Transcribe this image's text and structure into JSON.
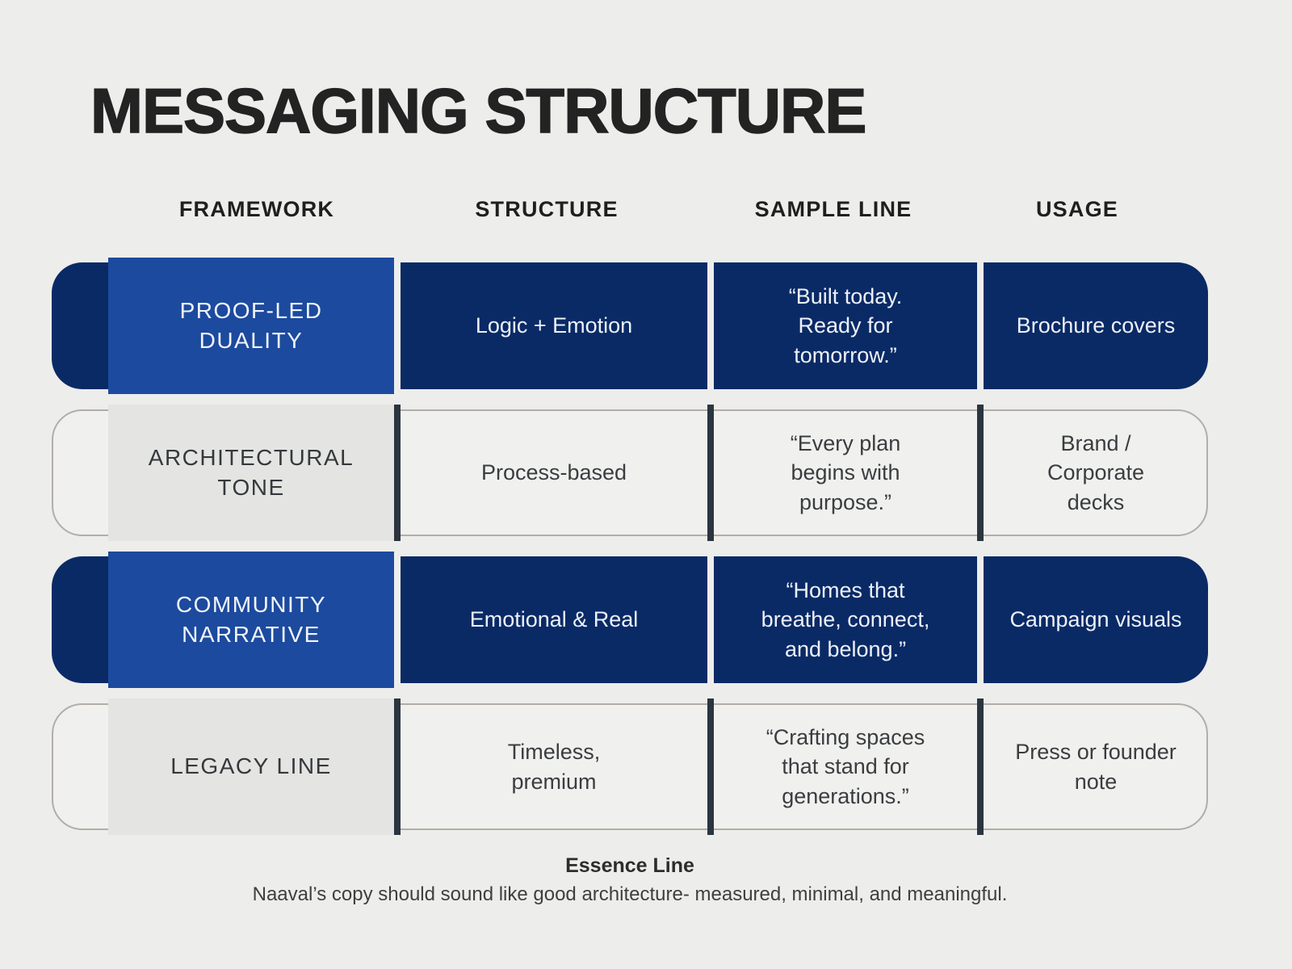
{
  "title": "MESSAGING STRUCTURE",
  "columns": [
    {
      "label": "FRAMEWORK"
    },
    {
      "label": "STRUCTURE"
    },
    {
      "label": "SAMPLE LINE"
    },
    {
      "label": "USAGE"
    }
  ],
  "rows": [
    {
      "theme": "dark",
      "framework": "PROOF-LED\nDUALITY",
      "structure": "Logic + Emotion",
      "sample_line": "“Built today.\nReady for\ntomorrow.”",
      "usage": "Brochure covers"
    },
    {
      "theme": "light",
      "framework": "ARCHITECTURAL\nTONE",
      "structure": "Process-based",
      "sample_line": "“Every plan\nbegins with\npurpose.”",
      "usage": "Brand /\nCorporate\ndecks"
    },
    {
      "theme": "dark",
      "framework": "COMMUNITY\nNARRATIVE",
      "structure": "Emotional & Real",
      "sample_line": "“Homes that\nbreathe, connect,\nand belong.”",
      "usage": "Campaign visuals"
    },
    {
      "theme": "light",
      "framework": "LEGACY LINE",
      "structure": "Timeless,\npremium",
      "sample_line": "“Crafting spaces\nthat stand for\ngenerations.”",
      "usage": "Press or founder\nnote"
    }
  ],
  "footer": {
    "heading": "Essence Line",
    "text": "Naaval’s copy should sound like good architecture- measured, minimal, and meaningful."
  },
  "colors": {
    "page_background": "#EDEDEB",
    "dark_row_navy": "#0A2A66",
    "dark_row_accent_blue": "#1C4A9E",
    "light_row_background": "#F0F0EE",
    "light_row_panel": "#E4E4E2",
    "light_row_border": "#B2AEA7",
    "light_row_divider": "#2B3540",
    "title_text": "#232323",
    "dark_row_text": "#EDF1F8",
    "light_row_text": "#3A3D40"
  }
}
